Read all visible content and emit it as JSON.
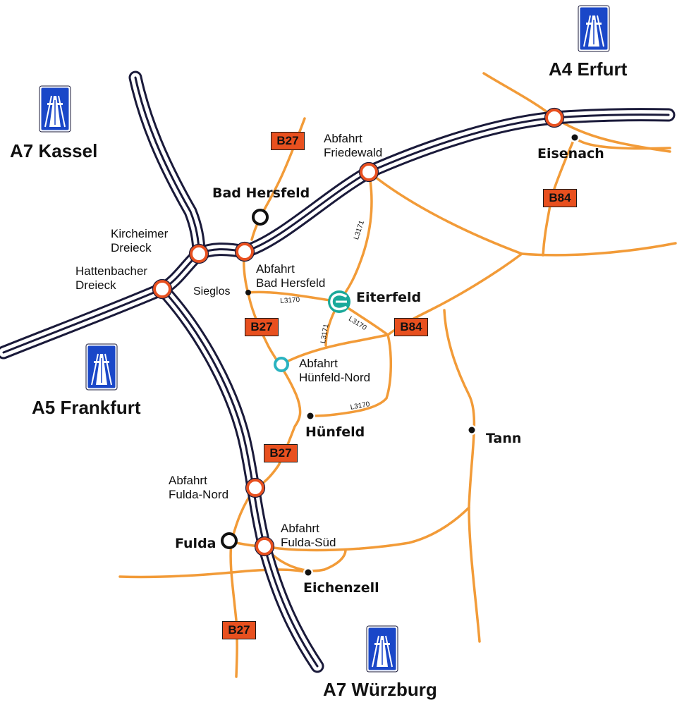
{
  "motorways": {
    "a7_kassel": "A7 Kassel",
    "a4_erfurt": "A4 Erfurt",
    "a5_frankfurt": "A5 Frankfurt",
    "a7_wuerzburg": "A7 Würzburg"
  },
  "junctions": {
    "friedewald": "Abfahrt\nFriedewald",
    "kirchheimer": "Kircheimer\nDreieck",
    "hattenbacher": "Hattenbacher\nDreieck",
    "bad_hersfeld_exit": "Abfahrt\nBad Hersfeld",
    "huenfeld_nord": "Abfahrt\nHünfeld-Nord",
    "fulda_nord": "Abfahrt\nFulda-Nord",
    "fulda_sued": "Abfahrt\nFulda-Süd"
  },
  "towns": {
    "bad_hersfeld": "Bad Hersfeld",
    "eisenach": "Eisenach",
    "eiterfeld": "Eiterfeld",
    "sieglos": "Sieglos",
    "huenfeld": "Hünfeld",
    "tann": "Tann",
    "fulda": "Fulda",
    "eichenzell": "Eichenzell"
  },
  "road_shields": {
    "b27_a": "B27",
    "b27_b": "B27",
    "b27_c": "B27",
    "b27_d": "B27",
    "b84_a": "B84",
    "b84_b": "B84"
  },
  "local_roads": {
    "l3171_a": "L3171",
    "l3171_b": "L3171",
    "l3170_a": "L3170",
    "l3170_b": "L3170",
    "l3170_c": "L3170"
  },
  "colors": {
    "motorway_outline": "#1a1a3a",
    "road": "#f29b38",
    "junction": "#e8501f",
    "shield": "#e8501f",
    "autobahn_sign": "#1a47c8",
    "eiterfeld_marker": "#1aa99a"
  }
}
